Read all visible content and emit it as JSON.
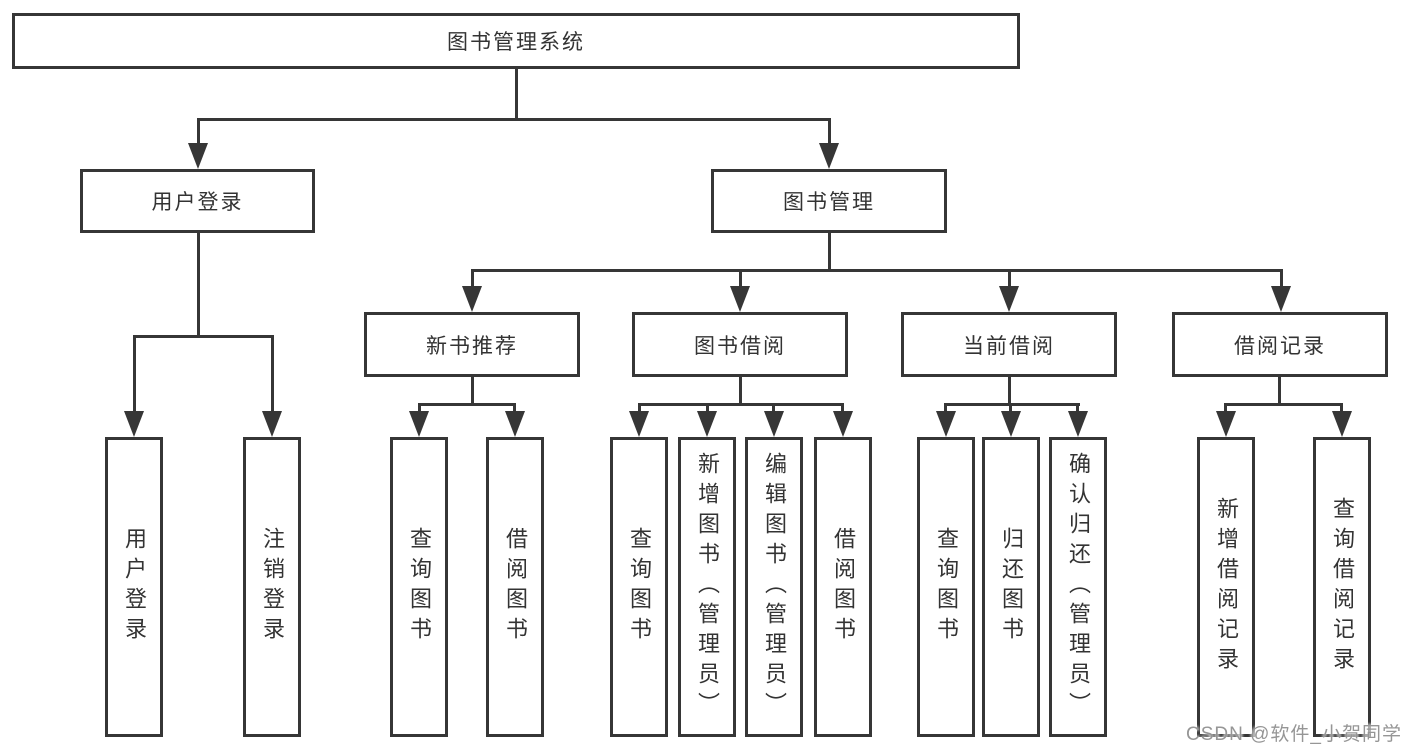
{
  "nodes": {
    "root": {
      "label": "图书管理系统"
    },
    "userLogin": {
      "label": "用户登录"
    },
    "bookManagement": {
      "label": "图书管理"
    },
    "newBookRecommend": {
      "label": "新书推荐"
    },
    "bookBorrow": {
      "label": "图书借阅"
    },
    "currentBorrow": {
      "label": "当前借阅"
    },
    "borrowRecords": {
      "label": "借阅记录"
    },
    "leaves": {
      "userLogin": [
        "用户登录",
        "注销登录"
      ],
      "newBookRecommend": [
        "查询图书",
        "借阅图书"
      ],
      "bookBorrow": [
        "查询图书",
        "新增图书（管理员）",
        "编辑图书（管理员）",
        "借阅图书"
      ],
      "currentBorrow": [
        "查询图书",
        "归还图书",
        "确认归还（管理员）"
      ],
      "borrowRecords": [
        "新增借阅记录",
        "查询借阅记录"
      ]
    }
  },
  "watermark": {
    "text": "CSDN @软件_小贺同学"
  },
  "colors": {
    "line": "#363636",
    "text": "#333333",
    "background": "#ffffff",
    "watermark": "#969696"
  }
}
